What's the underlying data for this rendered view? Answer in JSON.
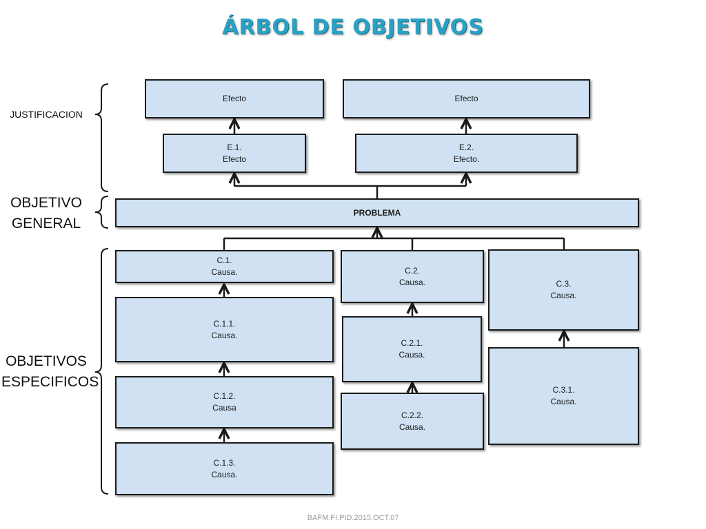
{
  "title": "ÁRBOL DE OBJETIVOS",
  "side_labels": {
    "justificacion": "JUSTIFICACION",
    "objetivo_general": [
      "OBJETIVO",
      "GENERAL"
    ],
    "objetivos_especificos": [
      "OBJETIVOS",
      "ESPECIFICOS"
    ]
  },
  "boxes": {
    "efecto_left": [
      "Efecto"
    ],
    "efecto_right": [
      "Efecto"
    ],
    "e1": [
      "E.1.",
      "Efecto"
    ],
    "e2": [
      "E.2.",
      "Efecto."
    ],
    "problema": [
      "PROBLEMA"
    ],
    "c1": [
      "C.1.",
      "Causa."
    ],
    "c11": [
      "C.1.1.",
      "Causa."
    ],
    "c12": [
      "C.1.2.",
      "Causa"
    ],
    "c13": [
      "C.1.3.",
      "Causa."
    ],
    "c2": [
      "C.2.",
      "Causa."
    ],
    "c21": [
      "C.2.1.",
      "Causa."
    ],
    "c22": [
      "C.2.2.",
      "Causa."
    ],
    "c3": [
      "C.3.",
      "Causa."
    ],
    "c31": [
      "C.3.1.",
      "Causa."
    ]
  },
  "footer": "BAFM.FI.PID.2015.OCT.07",
  "colors": {
    "box_fill": "#cfe1f3",
    "title": "#2aa2c4"
  }
}
